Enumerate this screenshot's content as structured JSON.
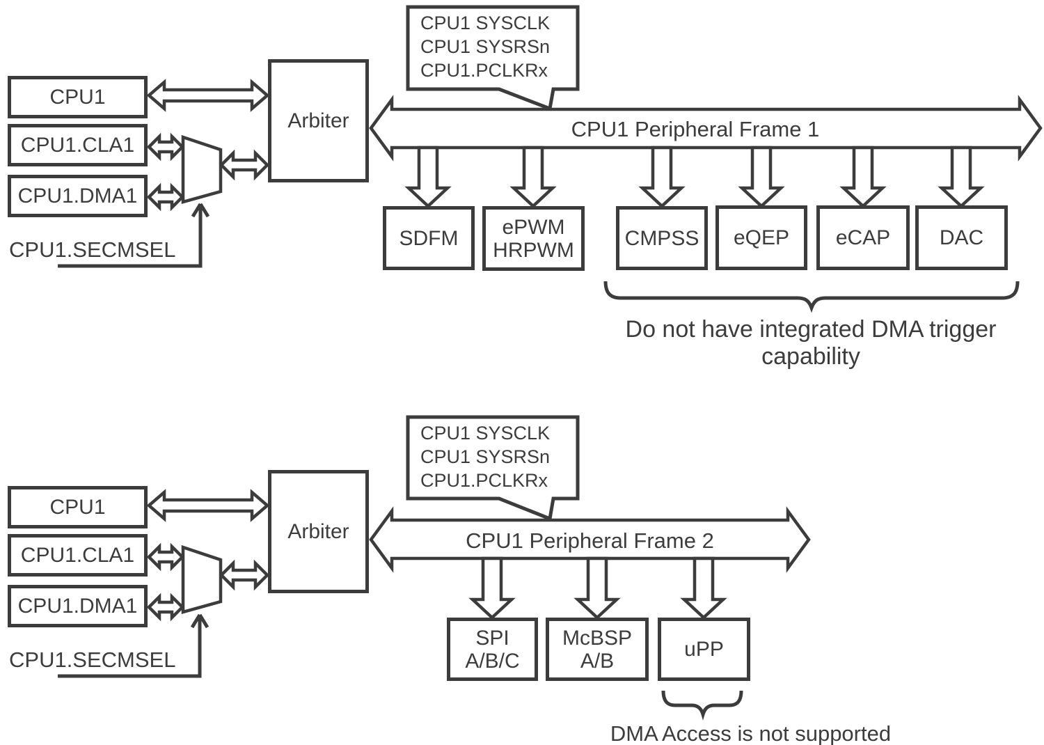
{
  "colors": {
    "ink": "#3c3c3c",
    "bg": "#ffffff"
  },
  "frame1": {
    "masters": [
      "CPU1",
      "CPU1.CLA1",
      "CPU1.DMA1"
    ],
    "arbiter": "Arbiter",
    "select_signal": "CPU1.SECMSEL",
    "callout": [
      "CPU1 SYSCLK",
      "CPU1 SYSRSn",
      "CPU1.PCLKRx"
    ],
    "bus": "CPU1 Peripheral Frame 1",
    "peripherals": [
      {
        "label": [
          "SDFM"
        ]
      },
      {
        "label": [
          "ePWM",
          "HRPWM"
        ]
      },
      {
        "label": [
          "CMPSS"
        ]
      },
      {
        "label": [
          "eQEP"
        ]
      },
      {
        "label": [
          "eCAP"
        ]
      },
      {
        "label": [
          "DAC"
        ]
      }
    ],
    "note": "Do not have integrated DMA trigger capability"
  },
  "frame2": {
    "masters": [
      "CPU1",
      "CPU1.CLA1",
      "CPU1.DMA1"
    ],
    "arbiter": "Arbiter",
    "select_signal": "CPU1.SECMSEL",
    "callout": [
      "CPU1 SYSCLK",
      "CPU1 SYSRSn",
      "CPU1.PCLKRx"
    ],
    "bus": "CPU1 Peripheral Frame 2",
    "peripherals": [
      {
        "label": [
          "SPI",
          "A/B/C"
        ]
      },
      {
        "label": [
          "McBSP",
          "A/B"
        ]
      },
      {
        "label": [
          "uPP"
        ]
      }
    ],
    "note": "DMA Access is not supported"
  }
}
